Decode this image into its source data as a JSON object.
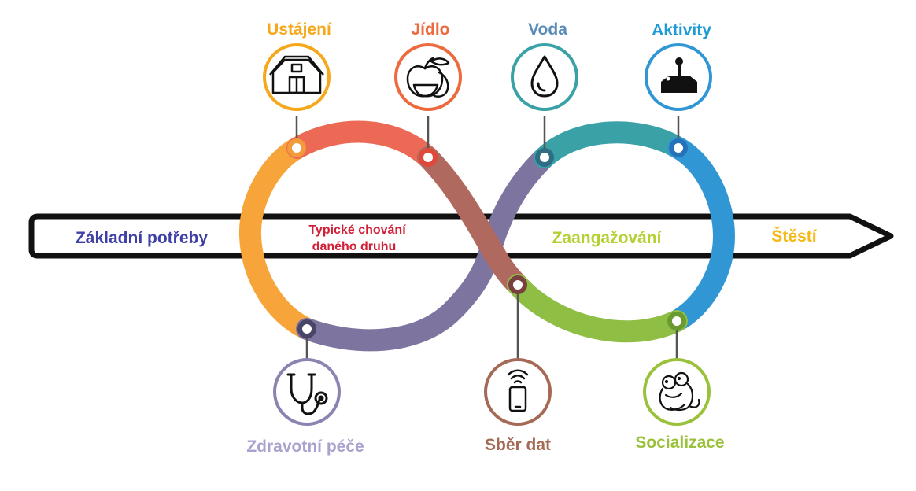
{
  "arrow": {
    "stages": [
      {
        "text": "Základní potřeby",
        "color": "#3f3fa8"
      },
      {
        "text": "Typické chování",
        "text2": "daného druhu",
        "color": "#d01f36"
      },
      {
        "text": "Zaangažování",
        "color": "#b4d134"
      },
      {
        "text": "Štěstí",
        "color": "#f5b914"
      }
    ]
  },
  "nodes": {
    "ustajeni": {
      "label": "Ustájení",
      "color": "#f6a81c",
      "icon": "barn-icon"
    },
    "jidlo": {
      "label": "Jídlo",
      "color": "#ec6a3d",
      "icon": "fruit-icon"
    },
    "voda": {
      "label": "Voda",
      "color": "#5a8bb8",
      "icon": "water-drop-icon"
    },
    "aktivity": {
      "label": "Aktivity",
      "color": "#1f9ad6",
      "icon": "joystick-icon"
    },
    "zdravotni": {
      "label": "Zdravotní péče",
      "color": "#a9a2cc",
      "icon": "stethoscope-icon"
    },
    "sber": {
      "label": "Sběr dat",
      "color": "#a56a55",
      "icon": "phone-signal-icon"
    },
    "socializace": {
      "label": "Socializace",
      "color": "#99c13a",
      "icon": "monkeys-hugging-icon"
    }
  },
  "colors": {
    "loop_orange": "#f7a43a",
    "loop_red": "#ec6a55",
    "loop_brown": "#b0695f",
    "loop_purple": "#7e74a0",
    "loop_teal": "#3aa1a6",
    "loop_blue": "#3197d4",
    "loop_green": "#8fbe45",
    "arrow_stroke": "#111111"
  }
}
